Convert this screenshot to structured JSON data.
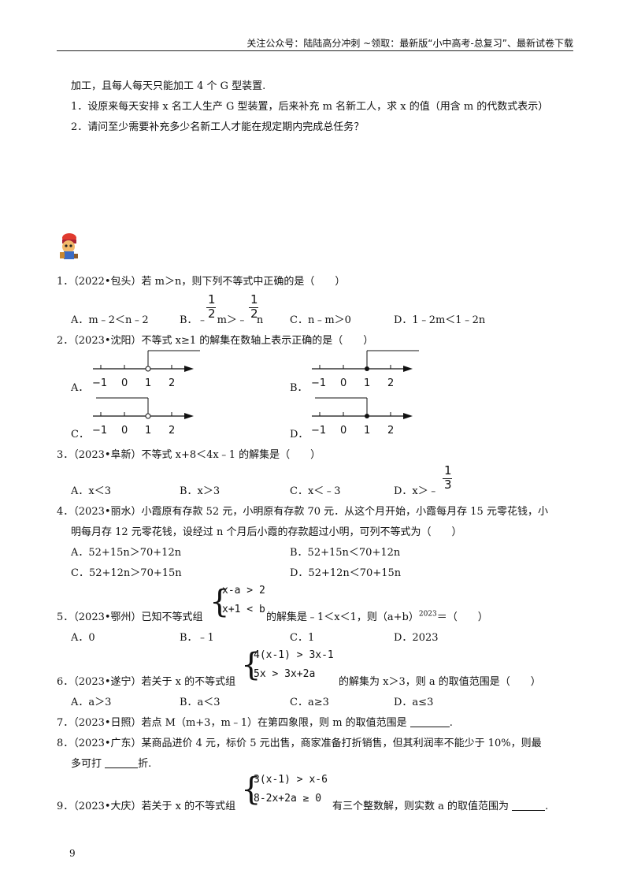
{
  "header": {
    "text": "关注公众号：陆陆高分冲刺 ~领取：最新版“小中高考-总复习”、最新试卷下载"
  },
  "intro": {
    "line1": "加工，且每人每天只能加工 4 个 G 型装置.",
    "line2": "1．设原来每天安排 x 名工人生产 G 型装置，后来补充 m 名新工人，求 x 的值（用含 m 的代数式表示）",
    "line3": "2．请问至少需要补充多少名新工人才能在规定期内完成总任务？"
  },
  "questions": {
    "q1": {
      "stem": "1．（2022•包头）若 m＞n，则下列不等式中正确的是（　　）",
      "A": "A．m﹣2＜n﹣2",
      "B_pre": "B．﹣",
      "B_mid": "m＞﹣",
      "B_post": "n",
      "frac_num": "1",
      "frac_den": "2",
      "C": "C．n﹣m＞0",
      "D": "D．1﹣2m＜1﹣2n"
    },
    "q2": {
      "stem": "2．（2023•沈阳）不等式 x≥1 的解集在数轴上表示正确的是（　　）",
      "A": "A．",
      "B": "B．",
      "C": "C．",
      "D": "D．",
      "ticks": [
        "−1",
        "0",
        "1",
        "2"
      ]
    },
    "q3": {
      "stem": "3．（2023•阜新）不等式 x+8＜4x﹣1 的解集是（　　）",
      "A": "A．x＜3",
      "B": "B．x＞3",
      "C": "C．x＜﹣3",
      "D_pre": "D．x＞﹣",
      "frac_num": "1",
      "frac_den": "3"
    },
    "q4": {
      "line1": "4．（2023•丽水）小霞原有存款 52 元，小明原有存款 70 元．从这个月开始，小霞每月存 15 元零花钱，小",
      "line2": "明每月存 12 元零花钱，设经过 n 个月后小霞的存款超过小明，可列不等式为（　　）",
      "A": "A．52+15n＞70+12n",
      "B": "B．52+15n＜70+12n",
      "C": "C．52+12n＞70+15n",
      "D": "D．52+12n＜70+15n"
    },
    "q5": {
      "pre": "5．（2023•鄂州）已知不等式组",
      "sys1": "x-a > 2",
      "sys2": "x+1 < b",
      "post": "的解集是﹣1＜x＜1，则（a+b）",
      "sup": "2023",
      "post2": "＝（　　）",
      "A": "A．0",
      "B": "B．﹣1",
      "C": "C．1",
      "D": "D．2023"
    },
    "q6": {
      "pre": "6．（2023•遂宁）若关于 x 的不等式组",
      "sys1": "4(x-1) > 3x-1",
      "sys2": "5x > 3x+2a",
      "post": "的解集为 x＞3，则 a 的取值范围是（　　）",
      "A": "A．a＞3",
      "B": "B．a＜3",
      "C": "C．a≥3",
      "D": "D．a≤3"
    },
    "q7": {
      "stem": "7．（2023•日照）若点 M（m+3，m﹣1）在第四象限，则 m 的取值范围是",
      "end": "."
    },
    "q8": {
      "line1": "8．（2023•广东）某商品进价 4 元，标价 5 元出售，商家准备打折销售，但其利润率不能少于 10%，则最",
      "line2_pre": "多可打",
      "line2_post": "折."
    },
    "q9": {
      "pre": "9．（2023•大庆）若关于 x 的不等式组",
      "sys1": "3(x-1) > x-6",
      "sys2": "8-2x+2a ≥ 0",
      "post": "有三个整数解，则实数 a 的取值范围为",
      "end": "."
    }
  },
  "page_number": "9"
}
